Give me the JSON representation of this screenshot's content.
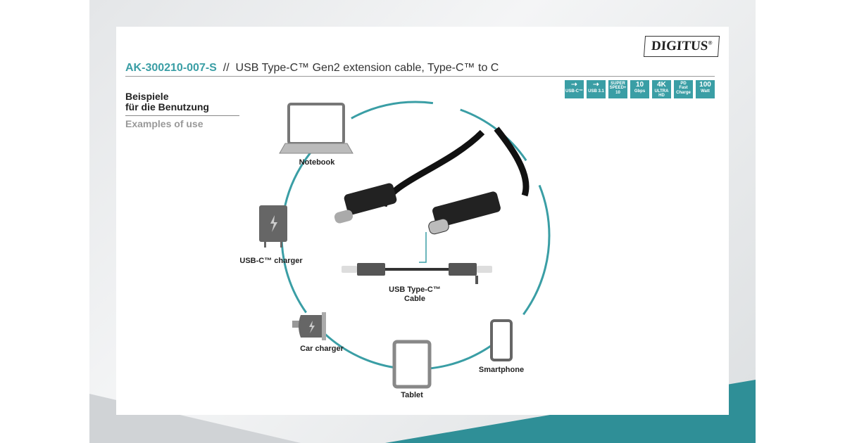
{
  "header": {
    "code": "AK-300210-007-S",
    "separator": "//",
    "description": "USB Type-C™ Gen2 extension cable, Type-C™ to C"
  },
  "logo": {
    "text": "DIGITUS",
    "mark": "®"
  },
  "badges": [
    {
      "top": "⇢",
      "bottom": "USB-C™"
    },
    {
      "top": "⇢",
      "bottom": "USB 3.1"
    },
    {
      "top": "SUPER SPEED+",
      "bottom": "10"
    },
    {
      "top": "10",
      "bottom": "Gbps"
    },
    {
      "top": "4K",
      "bottom": "ULTRA HD"
    },
    {
      "top": "PD",
      "bottom": "Fast Charge"
    },
    {
      "top": "100",
      "bottom": "Watt"
    }
  ],
  "section": {
    "title_de_1": "Beispiele",
    "title_de_2": "für die Benutzung",
    "title_en": "Examples of use"
  },
  "devices": {
    "notebook": "Notebook",
    "usb_charger": "USB-C™ charger",
    "car_charger": "Car charger",
    "tablet": "Tablet",
    "smartphone": "Smartphone",
    "cable_1": "USB Type-C™",
    "cable_2": "Cable"
  },
  "colors": {
    "accent": "#3a9ea5"
  }
}
